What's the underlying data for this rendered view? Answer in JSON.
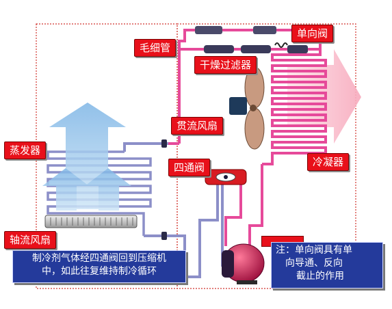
{
  "labels": {
    "capillary": "毛细管",
    "check_valve": "单向阀",
    "dryer_filter": "干燥过滤器",
    "crossflow_fan": "贯流风扇",
    "evaporator": "蒸发器",
    "four_way_valve": "四通阀",
    "condenser": "冷凝器",
    "axial_fan": "轴流风扇"
  },
  "notes": {
    "cycle_line1": "制冷剂气体经四通阀回到压缩机",
    "cycle_line2": "中，如此往复维持制冷循环",
    "valve_line1": "注：单向阀具有单",
    "valve_line2": "向导通、反向",
    "valve_line3": "截止的作用"
  },
  "colors": {
    "hot_pipe": "#e64a9a",
    "cold_pipe": "#8c8fc8",
    "label_bg": "#e8101a",
    "note_bg": "#243a9b",
    "boundary": "#d0322c"
  }
}
